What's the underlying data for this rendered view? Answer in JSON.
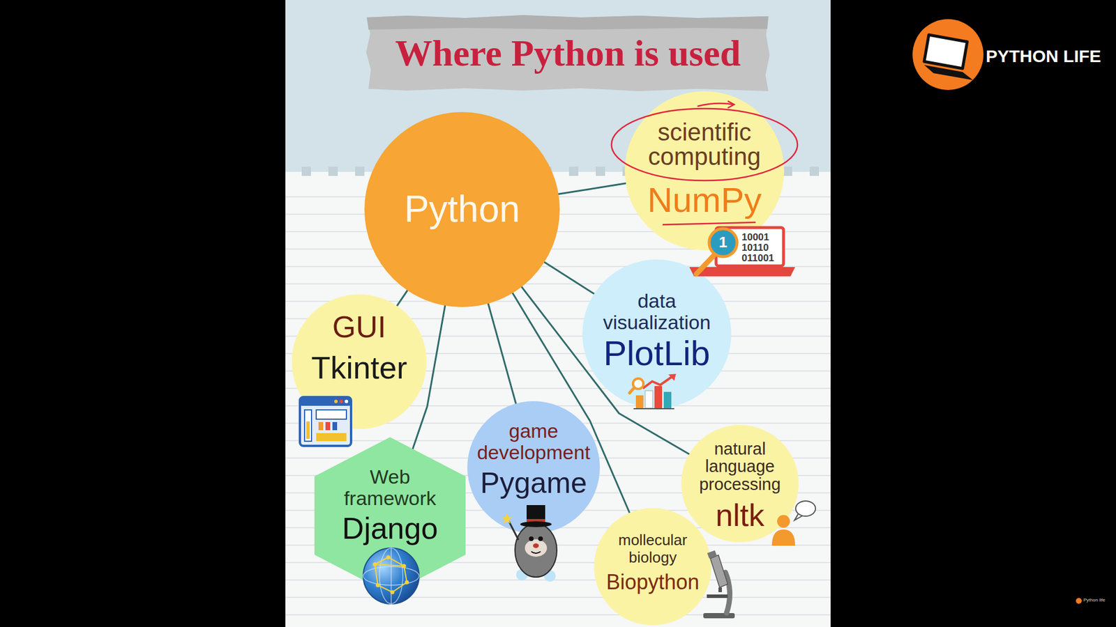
{
  "diagram": {
    "title": "Where Python is used",
    "nodes": [
      {
        "text": [
          "Python"
        ]
      },
      {
        "text": [
          "scientific computing",
          "NumPy"
        ]
      },
      {
        "text": [
          "GUI",
          "Tkinter"
        ]
      },
      {
        "text": [
          "data visualization",
          "PlotLib"
        ]
      },
      {
        "text": [
          "Web framework",
          "Django"
        ]
      },
      {
        "text": [
          "game development",
          "Pygame"
        ]
      },
      {
        "text": [
          "natural language processing",
          "nltk"
        ]
      },
      {
        "text": [
          "mollecular biology",
          "Biopython"
        ]
      }
    ],
    "edges": [
      {
        "from": 0,
        "to": 1,
        "arrow": "none"
      },
      {
        "from": 0,
        "to": 2,
        "arrow": "none"
      },
      {
        "from": 0,
        "to": 3,
        "arrow": "none"
      },
      {
        "from": 0,
        "to": 4,
        "arrow": "none"
      },
      {
        "from": 0,
        "to": 5,
        "arrow": "none"
      },
      {
        "from": 0,
        "to": 6,
        "arrow": "none"
      },
      {
        "from": 0,
        "to": 7,
        "arrow": "none"
      }
    ],
    "labels": [
      "1",
      "10001",
      "10110",
      "011001",
      "PYTHON LIFE",
      "Python life"
    ]
  }
}
